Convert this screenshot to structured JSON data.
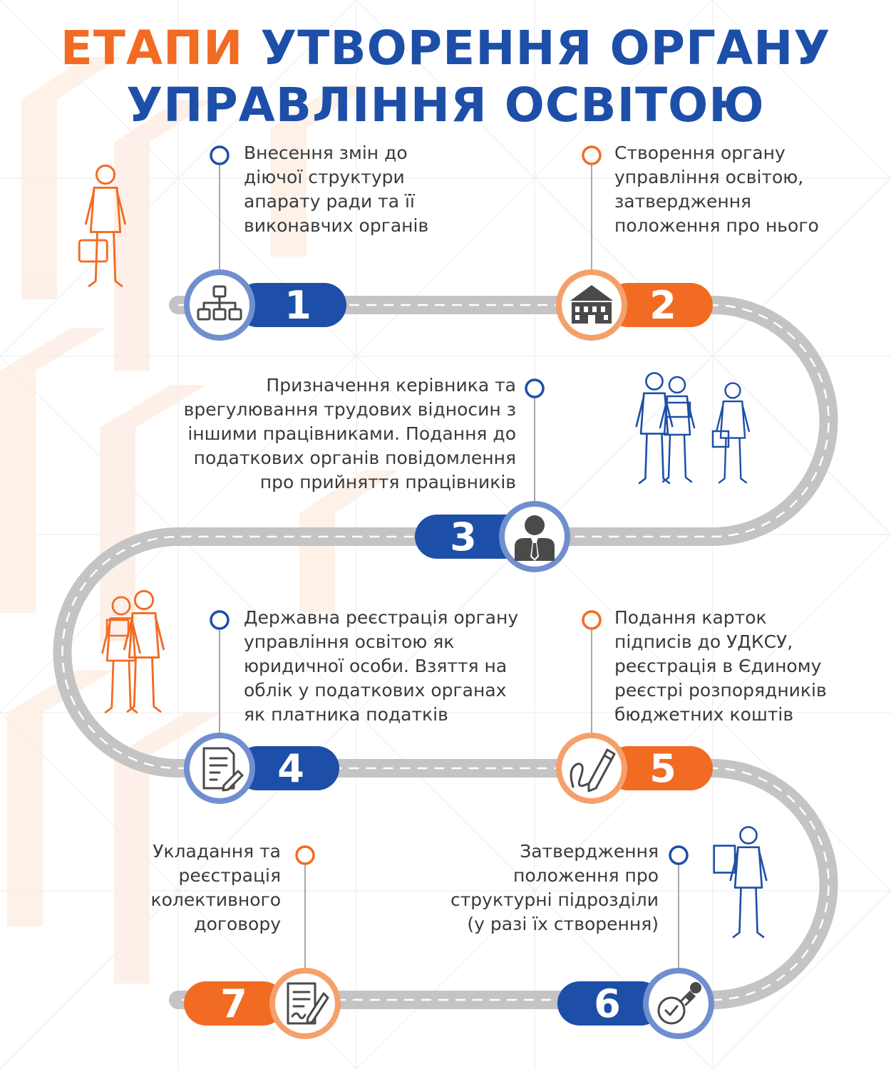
{
  "title": {
    "line1_accent": "ЕТАПИ",
    "line1_rest": "УТВОРЕННЯ ОРГАНУ",
    "line2": "УПРАВЛІННЯ ОСВІТОЮ"
  },
  "colors": {
    "blue": "#1d4fa8",
    "orange": "#f26b22",
    "road": "#c4c4c4",
    "light_blue_ring": "#6f8fcf",
    "light_orange_ring": "#f5a06a",
    "icon_gray": "#4a4a4a"
  },
  "steps": [
    {
      "number": "1",
      "text": "Внесення змін до\nдіючої структури\nапарату ради та її\nвиконавчих органів",
      "icon": "org-structure-icon",
      "color": "blue"
    },
    {
      "number": "2",
      "text": "Створення органу\nуправління освітою,\nзатвердження\nположення про нього",
      "icon": "building-icon",
      "color": "orange"
    },
    {
      "number": "3",
      "text": "Призначення керівника та\nврегулювання трудових відносин з\nіншими працівниками. Подання до\nподаткових органів повідомлення\nпро прийняття працівників",
      "icon": "manager-icon",
      "color": "blue"
    },
    {
      "number": "4",
      "text": "Державна реєстрація органу\nуправління освітою як\nюридичної особи. Взяття на\nоблік у податкових органах\nяк платника податків",
      "icon": "document-edit-icon",
      "color": "blue"
    },
    {
      "number": "5",
      "text": "Подання карток\nпідписів до УДКСУ,\nреєстрація в Єдиному\nреєстрі розпорядників\nбюджетних коштів",
      "icon": "pen-signature-icon",
      "color": "orange"
    },
    {
      "number": "6",
      "text": "Затвердження\nположення про\nструктурні підрозділи\n(у разі їх створення)",
      "icon": "stamp-icon",
      "color": "blue"
    },
    {
      "number": "7",
      "text": "Укладання та\nреєстрація\nколективного\nдоговору",
      "icon": "contract-icon",
      "color": "orange"
    }
  ]
}
